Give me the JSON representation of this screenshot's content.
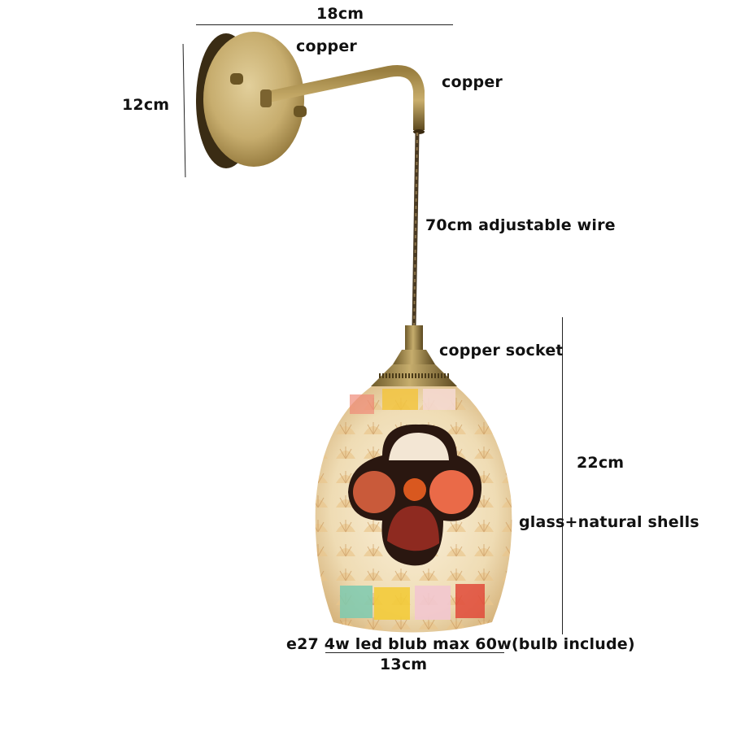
{
  "product": {
    "type": "wall lamp product dimension diagram",
    "colors": {
      "brass": "#b39a5e",
      "brass_dark": "#6b5524",
      "glass": "#f3e3c2",
      "shell_border": "#2a1710",
      "background": "#ffffff"
    }
  },
  "dimensions": {
    "width_top": "18cm",
    "height_backplate": "12cm",
    "shade_height": "22cm",
    "shade_width": "13cm"
  },
  "labels": {
    "backplate_material": "copper",
    "arm_material": "copper",
    "wire": "70cm adjustable wire",
    "socket": "copper socket",
    "shade_material": "glass+natural shells",
    "bulb": "e27 4w led blub max 60w(bulb include)"
  }
}
